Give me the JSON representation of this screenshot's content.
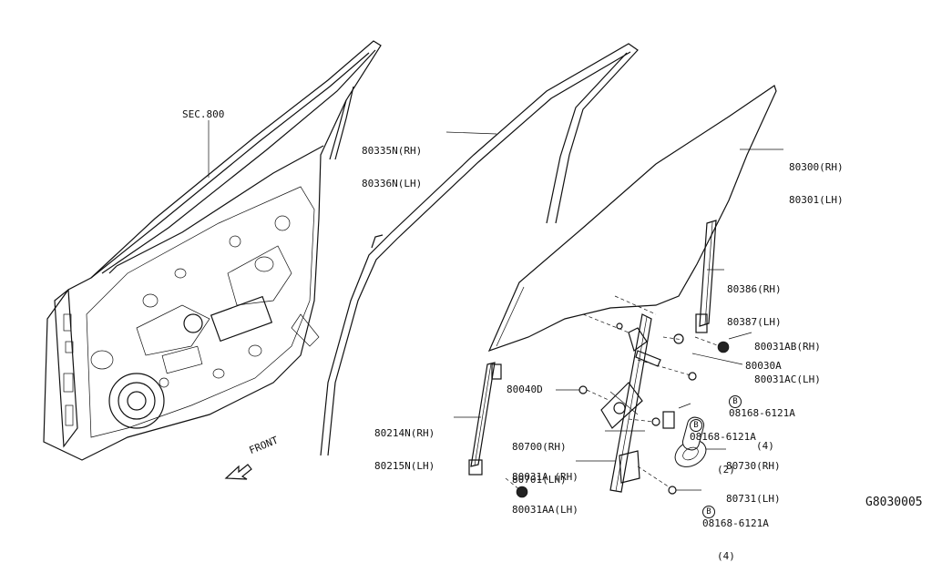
{
  "labels": {
    "sec800": "SEC.800",
    "p80335": "80335N(RH)",
    "p80336": "80336N(LH)",
    "p80300": "80300(RH)",
    "p80301": "80301(LH)",
    "p80386": "80386(RH)",
    "p80387": "80387(LH)",
    "p80031ab": "80031AB(RH)",
    "p80031ac": "80031AC(LH)",
    "p80030a": "80030A",
    "bolt1_mark": "B",
    "bolt1": "08168-6121A",
    "bolt1_qty": "(4)",
    "p80040d": "80040D",
    "bolt2_mark": "B",
    "bolt2": "08168-6121A",
    "bolt2_qty": "(2)",
    "p80214": "80214N(RH)",
    "p80215": "80215N(LH)",
    "p80700": "80700(RH)",
    "p80701": "80701(LH)",
    "p80730": "80730(RH)",
    "p80731": "80731(LH)",
    "p80031a": "80031A (RH)",
    "p80031aa": "80031AA(LH)",
    "bolt3_mark": "B",
    "bolt3": "08168-6121A",
    "bolt3_qty": "(4)",
    "front": "FRONT",
    "diagram_id": "G8030005"
  }
}
